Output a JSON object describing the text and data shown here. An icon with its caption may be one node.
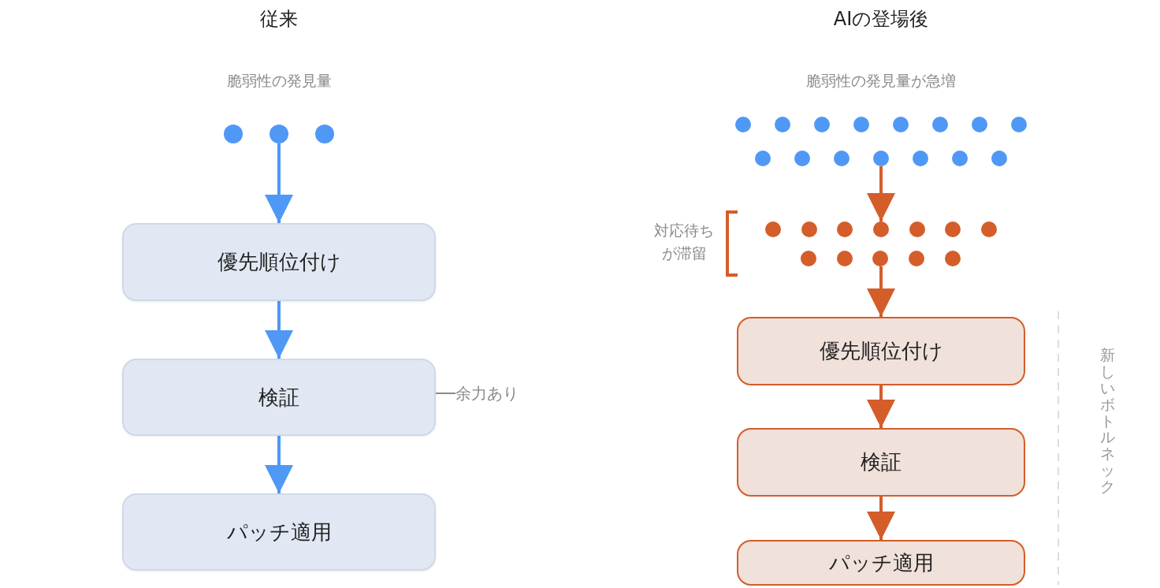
{
  "diagram": {
    "nodes": [
      {
        "text": [],
        "shape": "circle"
      },
      {
        "text": [],
        "shape": "circle"
      },
      {
        "text": [],
        "shape": "circle"
      },
      {
        "text": [
          "優先順位付け"
        ]
      },
      {
        "text": [
          "検証"
        ]
      },
      {
        "text": [
          "パッチ適用"
        ]
      },
      {
        "text": [
          "余力あり"
        ]
      },
      {
        "text": [],
        "shape": "circle"
      },
      {
        "text": [],
        "shape": "circle"
      },
      {
        "text": [],
        "shape": "circle"
      },
      {
        "text": [],
        "shape": "circle"
      },
      {
        "text": [],
        "shape": "circle"
      },
      {
        "text": [],
        "shape": "circle"
      },
      {
        "text": [],
        "shape": "circle"
      },
      {
        "text": [],
        "shape": "circle"
      },
      {
        "text": [],
        "shape": "circle"
      },
      {
        "text": [],
        "shape": "circle"
      },
      {
        "text": [],
        "shape": "circle"
      },
      {
        "text": [],
        "shape": "circle"
      },
      {
        "text": [],
        "shape": "circle"
      },
      {
        "text": [],
        "shape": "circle"
      },
      {
        "text": [],
        "shape": "circle"
      },
      {
        "text": [],
        "shape": "circle"
      },
      {
        "text": [],
        "shape": "circle"
      },
      {
        "text": [],
        "shape": "circle"
      },
      {
        "text": [],
        "shape": "circle"
      },
      {
        "text": [],
        "shape": "circle"
      },
      {
        "text": [],
        "shape": "circle"
      },
      {
        "text": [],
        "shape": "circle"
      },
      {
        "text": [],
        "shape": "circle"
      },
      {
        "text": [],
        "shape": "circle"
      },
      {
        "text": [],
        "shape": "circle"
      },
      {
        "text": [],
        "shape": "circle"
      },
      {
        "text": [],
        "shape": "circle"
      },
      {
        "text": [
          "優先順位付け"
        ]
      },
      {
        "text": [
          "検証"
        ]
      },
      {
        "text": [
          "パッチ適用"
        ]
      }
    ],
    "edges": [
      {
        "from": 1,
        "to": 3,
        "arrow": "to",
        "color": "#4f98f6"
      },
      {
        "from": 3,
        "to": 4,
        "arrow": "to",
        "color": "#4f98f6"
      },
      {
        "from": 4,
        "to": 5,
        "arrow": "to",
        "color": "#4f98f6"
      },
      {
        "from": 4,
        "to": 6,
        "arrow": "none",
        "color": "#8a8a8a"
      },
      {
        "from": 18,
        "to": 25,
        "arrow": "to"
      },
      {
        "from": 31,
        "to": 34,
        "arrow": "to"
      },
      {
        "from": 34,
        "to": 35,
        "arrow": "to"
      },
      {
        "from": 35,
        "to": 36,
        "arrow": "to"
      }
    ],
    "labels": [
      "従来",
      "AIの登場後",
      "脆弱性の発見量",
      "脆弱性の発見量が急増",
      "対応待ちが滞留",
      "新しいボトルネック"
    ]
  }
}
